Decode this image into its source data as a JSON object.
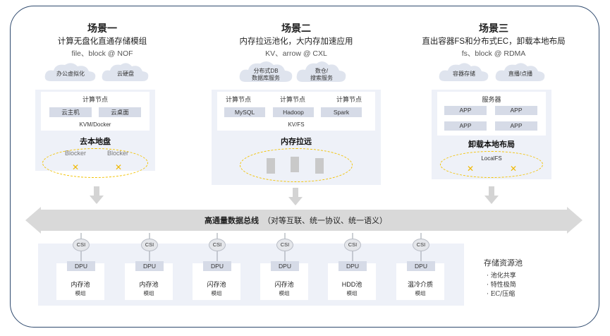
{
  "colors": {
    "frame": "#2f4a6e",
    "panel": "#eef1f8",
    "chip": "#d6dbe7",
    "dash": "#f2c200",
    "bus": "#d9d9d9",
    "cloud": "#dfe4ee"
  },
  "scenes": [
    {
      "title": "场景一",
      "subtitle": "计算无盘化直通存储模组",
      "protocol": "file、block @ NOF",
      "clouds": [
        "办公虚拟化",
        "云硬盘"
      ],
      "node_title": "计算节点",
      "chips": [
        "云主机",
        "云桌面"
      ],
      "runtime": "KVM/Docker",
      "feature": "去本地盘",
      "dashed_labels": [
        "Blocker",
        "Blocker"
      ]
    },
    {
      "title": "场景二",
      "subtitle": "内存拉远池化，大内存加速应用",
      "protocol": "KV、arrow @ CXL",
      "clouds": [
        "分布式DB\n数据库服务",
        "数仓/\n搜索服务"
      ],
      "nodes": [
        {
          "title": "计算节点",
          "chip": "MySQL"
        },
        {
          "title": "计算节点",
          "chip": "Hadoop"
        },
        {
          "title": "计算节点",
          "chip": "Spark"
        }
      ],
      "runtime": "KV/FS",
      "feature": "内存拉远"
    },
    {
      "title": "场景三",
      "subtitle": "直出容器FS和分布式EC，卸载本地布局",
      "protocol": "fs、block @ RDMA",
      "clouds": [
        "容器存储",
        "直播/点播"
      ],
      "node_title": "服务器",
      "apps": [
        "APP",
        "APP",
        "APP",
        "APP"
      ],
      "feature": "卸载本地布局",
      "dashed_label": "LocalFS"
    }
  ],
  "bus": {
    "title": "高通量数据总线",
    "desc": "（对等互联、统一协议、统一语义）"
  },
  "pools": [
    {
      "csi": "CSI",
      "dpu": "DPU",
      "name": "内存池",
      "sub": "模组"
    },
    {
      "csi": "CSI",
      "dpu": "DPU",
      "name": "内存池",
      "sub": "模组"
    },
    {
      "csi": "CSI",
      "dpu": "DPU",
      "name": "闪存池",
      "sub": "模组"
    },
    {
      "csi": "CSI",
      "dpu": "DPU",
      "name": "闪存池",
      "sub": "模组"
    },
    {
      "csi": "CSI",
      "dpu": "DPU",
      "name": "HDD池",
      "sub": "模组"
    },
    {
      "csi": "CSI",
      "dpu": "DPU",
      "name": "温冷介质",
      "sub": "模组"
    }
  ],
  "resource_pool": {
    "title": "存储资源池",
    "items": [
      "·  池化共享",
      "·  特性极简",
      "·  EC/压缩"
    ]
  }
}
